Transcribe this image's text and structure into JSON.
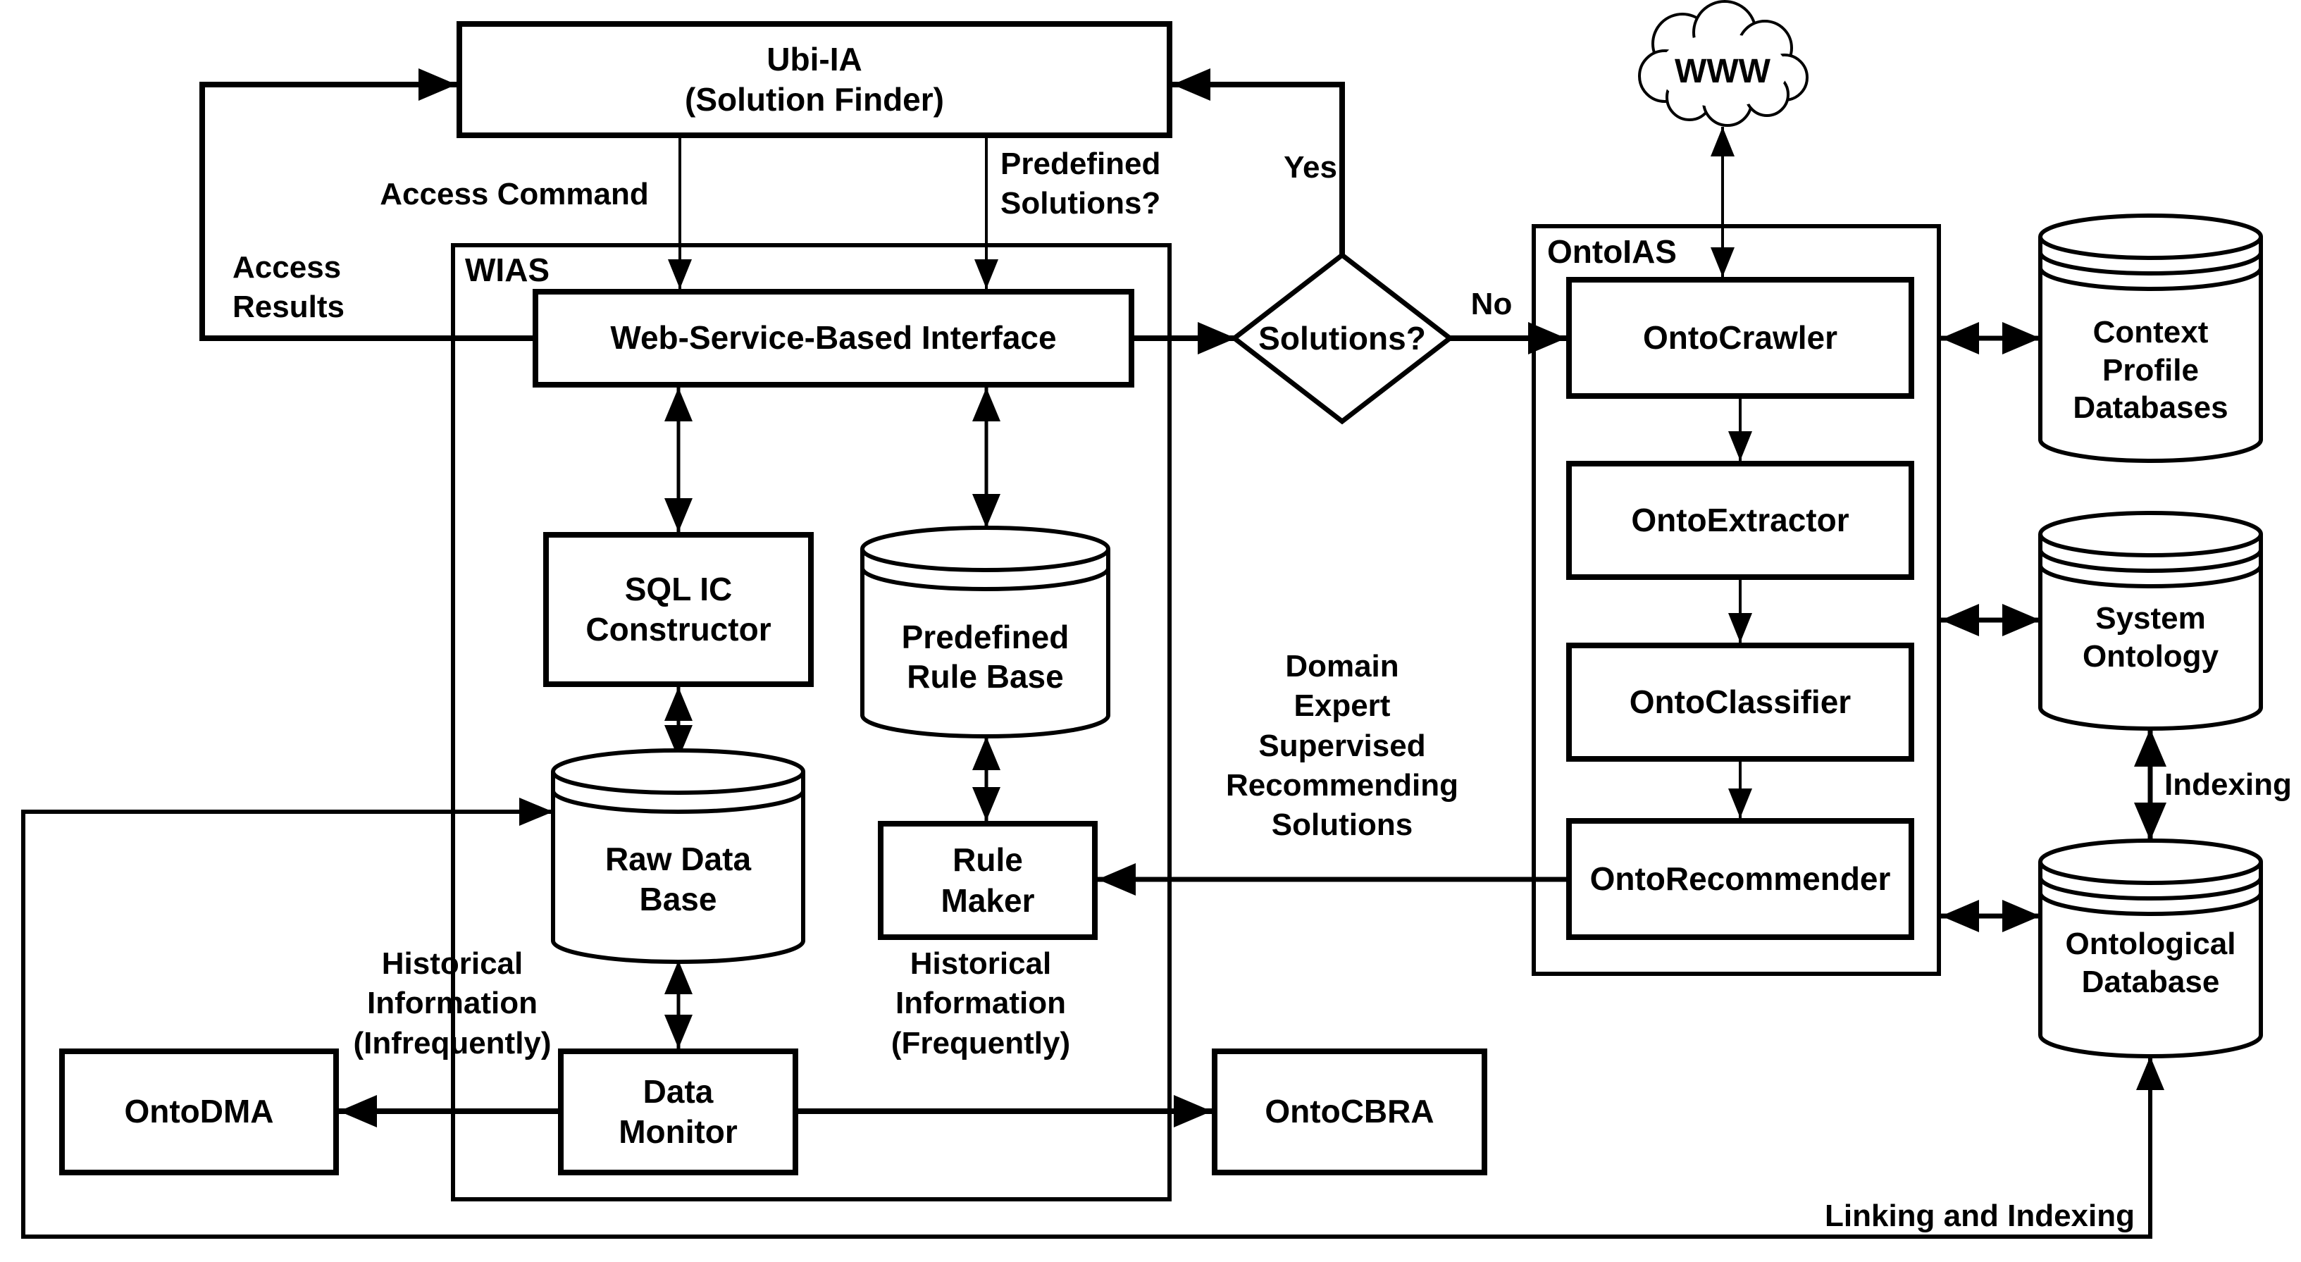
{
  "diagram": {
    "colors": {
      "line": "#000000",
      "background": "#ffffff"
    },
    "nodes": {
      "ubi_ia": "Ubi-IA\n(Solution Finder)",
      "wias": "WIAS",
      "web_service_interface": "Web-Service-Based Interface",
      "solutions_decision": "Solutions?",
      "www": "WWW",
      "ontoias": "OntoIAS",
      "onto_crawler": "OntoCrawler",
      "onto_extractor": "OntoExtractor",
      "onto_classifier": "OntoClassifier",
      "onto_recommender": "OntoRecommender",
      "context_profile_databases": "Context\nProfile\nDatabases",
      "system_ontology": "System\nOntology",
      "ontological_database": "Ontological\nDatabase",
      "sql_ic_constructor": "SQL IC\nConstructor",
      "predefined_rule_base": "Predefined\nRule Base",
      "raw_data_base": "Raw Data\nBase",
      "rule_maker": "Rule\nMaker",
      "data_monitor": "Data\nMonitor",
      "onto_dma": "OntoDMA",
      "onto_cbra": "OntoCBRA"
    },
    "edge_labels": {
      "access_command": "Access Command",
      "access_results": "Access\nResults",
      "predefined_solutions": "Predefined\nSolutions?",
      "yes": "Yes",
      "no": "No",
      "domain_expert": "Domain\nExpert\nSupervised\nRecommending\nSolutions",
      "historical_infrequently": "Historical\nInformation\n(Infrequently)",
      "historical_frequently": "Historical\nInformation\n(Frequently)",
      "indexing": "Indexing",
      "linking_and_indexing": "Linking and Indexing"
    }
  }
}
